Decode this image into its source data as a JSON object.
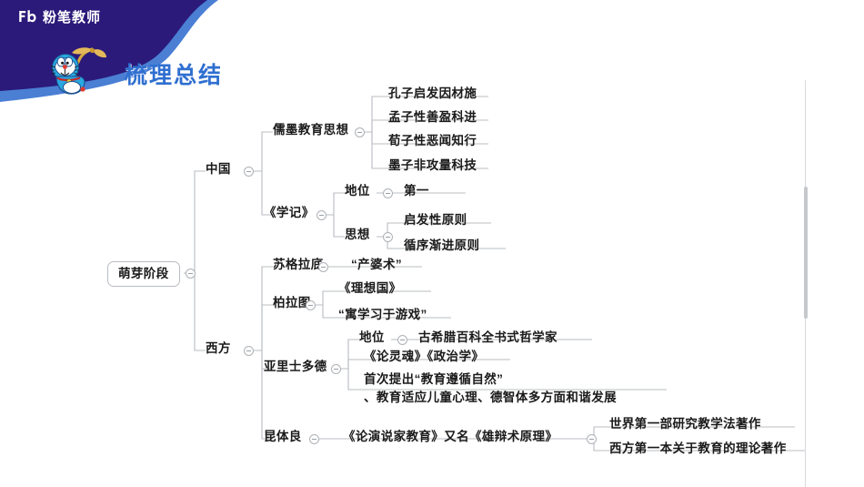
{
  "header": {
    "brand_mark": "Fb",
    "brand_text": "粉笔教师",
    "banner_dark_color": "#2b1a7a",
    "banner_blue_color": "#4a7fd4"
  },
  "title": {
    "text": "梳理总结",
    "color": "#2f6fd0",
    "mascot_icon": "doraemon-bamboo-copter-icon"
  },
  "mindmap": {
    "root": "萌芽阶段",
    "branches": [
      {
        "label": "中国",
        "children": [
          {
            "label": "儒墨教育思想",
            "leaves": [
              "孔子启发因材施",
              "孟子性善盈科进",
              "荀子性恶闻知行",
              "墨子非攻量科技"
            ]
          },
          {
            "label": "《学记》",
            "subgroups": [
              {
                "label": "地位",
                "leaves": [
                  "第一"
                ]
              },
              {
                "label": "思想",
                "leaves": [
                  "启发性原则",
                  "循序渐进原则"
                ]
              }
            ]
          }
        ]
      },
      {
        "label": "西方",
        "children": [
          {
            "label": "苏格拉底",
            "leaves": [
              "“产婆术”"
            ]
          },
          {
            "label": "柏拉图",
            "leaves": [
              "《理想国》",
              "“寓学习于游戏”"
            ]
          },
          {
            "label": "亚里士多德",
            "subgroups": [
              {
                "label": "地位",
                "leaves": [
                  "古希腊百科全书式哲学家"
                ]
              }
            ],
            "leaves": [
              "《论灵魂》《政治学》",
              "首次提出“教育遵循自然”\n、教育适应儿童心理、德智体多方面和谐发展"
            ]
          },
          {
            "label": "昆体良",
            "leaves": [
              "《论演说家教育》又名《雄辩术原理》"
            ],
            "tail_leaves": [
              "世界第一部研究教学法著作",
              "西方第一本关于教育的理论著作"
            ]
          }
        ]
      }
    ]
  },
  "scrollbar": {
    "visible": true
  }
}
